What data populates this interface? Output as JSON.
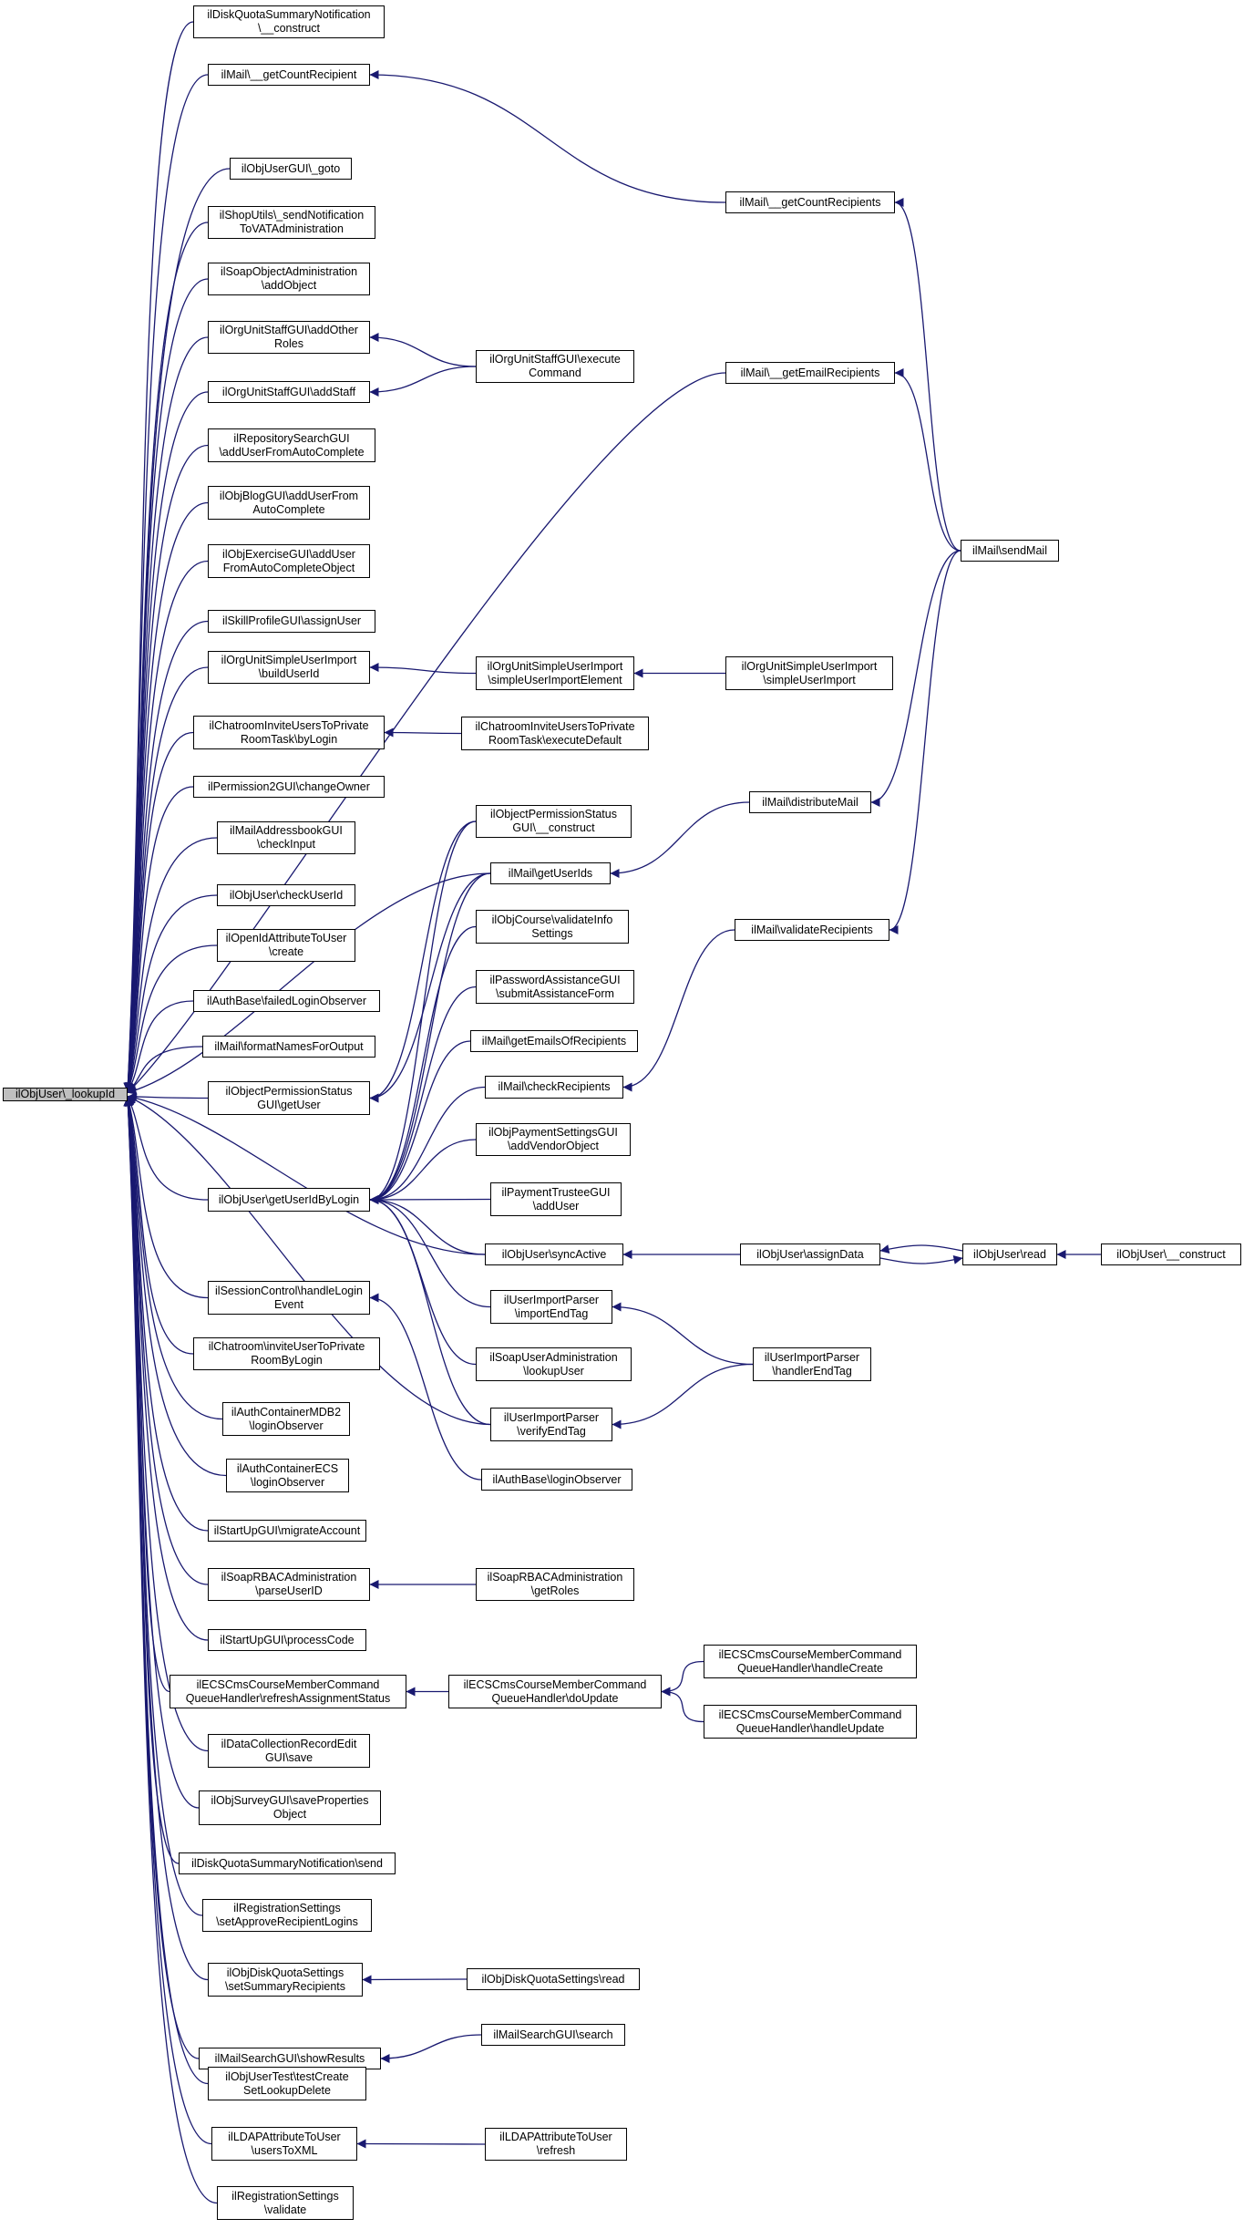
{
  "graph": {
    "edge_color": "#191970",
    "root_fill": "#bfbfbf",
    "root": {
      "id": "root",
      "label": "ilObjUser\\_lookupId"
    },
    "nodes": [
      {
        "id": "n1",
        "label": "ilDiskQuotaSummaryNotification\n\\__construct"
      },
      {
        "id": "n2",
        "label": "ilMail\\__getCountRecipient"
      },
      {
        "id": "n3",
        "label": "ilObjUserGUI\\_goto"
      },
      {
        "id": "n4",
        "label": "ilShopUtils\\_sendNotification\nToVATAdministration"
      },
      {
        "id": "n5",
        "label": "ilSoapObjectAdministration\n\\addObject"
      },
      {
        "id": "n6",
        "label": "ilOrgUnitStaffGUI\\addOther\nRoles"
      },
      {
        "id": "n7",
        "label": "ilOrgUnitStaffGUI\\addStaff"
      },
      {
        "id": "n8",
        "label": "ilRepositorySearchGUI\n\\addUserFromAutoComplete"
      },
      {
        "id": "n9",
        "label": "ilObjBlogGUI\\addUserFrom\nAutoComplete"
      },
      {
        "id": "n10",
        "label": "ilObjExerciseGUI\\addUser\nFromAutoCompleteObject"
      },
      {
        "id": "n11",
        "label": "ilSkillProfileGUI\\assignUser"
      },
      {
        "id": "n12",
        "label": "ilOrgUnitSimpleUserImport\n\\buildUserId"
      },
      {
        "id": "n13",
        "label": "ilChatroomInviteUsersToPrivate\nRoomTask\\byLogin"
      },
      {
        "id": "n14",
        "label": "ilPermission2GUI\\changeOwner"
      },
      {
        "id": "n15",
        "label": "ilMailAddressbookGUI\n\\checkInput"
      },
      {
        "id": "n16",
        "label": "ilObjUser\\checkUserId"
      },
      {
        "id": "n17",
        "label": "ilOpenIdAttributeToUser\n\\create"
      },
      {
        "id": "n18",
        "label": "ilAuthBase\\failedLoginObserver"
      },
      {
        "id": "n19",
        "label": "ilMail\\formatNamesForOutput"
      },
      {
        "id": "n20",
        "label": "ilObjectPermissionStatus\nGUI\\getUser"
      },
      {
        "id": "n21",
        "label": "ilObjUser\\getUserIdByLogin"
      },
      {
        "id": "n22",
        "label": "ilSessionControl\\handleLogin\nEvent"
      },
      {
        "id": "n23",
        "label": "ilChatroom\\inviteUserToPrivate\nRoomByLogin"
      },
      {
        "id": "n24",
        "label": "ilAuthContainerMDB2\n\\loginObserver"
      },
      {
        "id": "n25",
        "label": "ilAuthContainerECS\n\\loginObserver"
      },
      {
        "id": "n26",
        "label": "ilStartUpGUI\\migrateAccount"
      },
      {
        "id": "n27",
        "label": "ilSoapRBACAdministration\n\\parseUserID"
      },
      {
        "id": "n28",
        "label": "ilStartUpGUI\\processCode"
      },
      {
        "id": "n29",
        "label": "ilECSCmsCourseMemberCommand\nQueueHandler\\refreshAssignmentStatus"
      },
      {
        "id": "n30",
        "label": "ilDataCollectionRecordEdit\nGUI\\save"
      },
      {
        "id": "n31",
        "label": "ilObjSurveyGUI\\saveProperties\nObject"
      },
      {
        "id": "n32",
        "label": "ilDiskQuotaSummaryNotification\\send"
      },
      {
        "id": "n33",
        "label": "ilRegistrationSettings\n\\setApproveRecipientLogins"
      },
      {
        "id": "n34",
        "label": "ilObjDiskQuotaSettings\n\\setSummaryRecipients"
      },
      {
        "id": "n35",
        "label": "ilMailSearchGUI\\showResults"
      },
      {
        "id": "n36",
        "label": "ilObjUserTest\\testCreate\nSetLookupDelete"
      },
      {
        "id": "n37",
        "label": "ilLDAPAttributeToUser\n\\usersToXML"
      },
      {
        "id": "n38",
        "label": "ilRegistrationSettings\n\\validate"
      },
      {
        "id": "m1",
        "label": "ilOrgUnitStaffGUI\\execute\nCommand"
      },
      {
        "id": "m2",
        "label": "ilOrgUnitSimpleUserImport\n\\simpleUserImportElement"
      },
      {
        "id": "m3",
        "label": "ilChatroomInviteUsersToPrivate\nRoomTask\\executeDefault"
      },
      {
        "id": "m4",
        "label": "ilObjectPermissionStatus\nGUI\\__construct"
      },
      {
        "id": "m5",
        "label": "ilMail\\getUserIds"
      },
      {
        "id": "m6",
        "label": "ilObjCourse\\validateInfo\nSettings"
      },
      {
        "id": "m7",
        "label": "ilPasswordAssistanceGUI\n\\submitAssistanceForm"
      },
      {
        "id": "m8",
        "label": "ilMail\\getEmailsOfRecipients"
      },
      {
        "id": "m9",
        "label": "ilMail\\checkRecipients"
      },
      {
        "id": "m10",
        "label": "ilObjPaymentSettingsGUI\n\\addVendorObject"
      },
      {
        "id": "m11",
        "label": "ilPaymentTrusteeGUI\n\\addUser"
      },
      {
        "id": "m12",
        "label": "ilObjUser\\syncActive"
      },
      {
        "id": "m13",
        "label": "ilUserImportParser\n\\importEndTag"
      },
      {
        "id": "m14",
        "label": "ilSoapUserAdministration\n\\lookupUser"
      },
      {
        "id": "m15",
        "label": "ilUserImportParser\n\\verifyEndTag"
      },
      {
        "id": "m16",
        "label": "ilAuthBase\\loginObserver"
      },
      {
        "id": "m17",
        "label": "ilSoapRBACAdministration\n\\getRoles"
      },
      {
        "id": "m18",
        "label": "ilECSCmsCourseMemberCommand\nQueueHandler\\doUpdate"
      },
      {
        "id": "m19",
        "label": "ilObjDiskQuotaSettings\\read"
      },
      {
        "id": "m20",
        "label": "ilMailSearchGUI\\search"
      },
      {
        "id": "m21",
        "label": "ilLDAPAttributeToUser\n\\refresh"
      },
      {
        "id": "r1",
        "label": "ilMail\\__getCountRecipients"
      },
      {
        "id": "r2",
        "label": "ilMail\\__getEmailRecipients"
      },
      {
        "id": "r3",
        "label": "ilOrgUnitSimpleUserImport\n\\simpleUserImport"
      },
      {
        "id": "r4",
        "label": "ilMail\\distributeMail"
      },
      {
        "id": "r5",
        "label": "ilMail\\validateRecipients"
      },
      {
        "id": "r6",
        "label": "ilObjUser\\assignData"
      },
      {
        "id": "r7",
        "label": "ilUserImportParser\n\\handlerEndTag"
      },
      {
        "id": "r8",
        "label": "ilECSCmsCourseMemberCommand\nQueueHandler\\handleCreate"
      },
      {
        "id": "r9",
        "label": "ilECSCmsCourseMemberCommand\nQueueHandler\\handleUpdate"
      },
      {
        "id": "s1",
        "label": "ilMail\\sendMail"
      },
      {
        "id": "s2",
        "label": "ilObjUser\\read"
      },
      {
        "id": "s3",
        "label": "ilObjUser\\__construct"
      }
    ],
    "edges": [
      [
        "n1",
        "root"
      ],
      [
        "n2",
        "root"
      ],
      [
        "n3",
        "root"
      ],
      [
        "n4",
        "root"
      ],
      [
        "n5",
        "root"
      ],
      [
        "n6",
        "root"
      ],
      [
        "n7",
        "root"
      ],
      [
        "n8",
        "root"
      ],
      [
        "n9",
        "root"
      ],
      [
        "n10",
        "root"
      ],
      [
        "n11",
        "root"
      ],
      [
        "n12",
        "root"
      ],
      [
        "n13",
        "root"
      ],
      [
        "n14",
        "root"
      ],
      [
        "n15",
        "root"
      ],
      [
        "n16",
        "root"
      ],
      [
        "n17",
        "root"
      ],
      [
        "n18",
        "root"
      ],
      [
        "n19",
        "root"
      ],
      [
        "n20",
        "root"
      ],
      [
        "n21",
        "root"
      ],
      [
        "n22",
        "root"
      ],
      [
        "n23",
        "root"
      ],
      [
        "n24",
        "root"
      ],
      [
        "n25",
        "root"
      ],
      [
        "n26",
        "root"
      ],
      [
        "n27",
        "root"
      ],
      [
        "n28",
        "root"
      ],
      [
        "n29",
        "root"
      ],
      [
        "n30",
        "root"
      ],
      [
        "n31",
        "root"
      ],
      [
        "n32",
        "root"
      ],
      [
        "n33",
        "root"
      ],
      [
        "n34",
        "root"
      ],
      [
        "n35",
        "root"
      ],
      [
        "n36",
        "root"
      ],
      [
        "n37",
        "root"
      ],
      [
        "n38",
        "root"
      ],
      [
        "r2",
        "root"
      ],
      [
        "m5",
        "root"
      ],
      [
        "m12",
        "root"
      ],
      [
        "m15",
        "root"
      ],
      [
        "r1",
        "n2"
      ],
      [
        "m1",
        "n6"
      ],
      [
        "m1",
        "n7"
      ],
      [
        "m2",
        "n12"
      ],
      [
        "r3",
        "m2"
      ],
      [
        "m3",
        "n13"
      ],
      [
        "m4",
        "n20"
      ],
      [
        "m5",
        "n20"
      ],
      [
        "m16",
        "n22"
      ],
      [
        "m17",
        "n27"
      ],
      [
        "m18",
        "n29"
      ],
      [
        "r8",
        "m18"
      ],
      [
        "r9",
        "m18"
      ],
      [
        "m19",
        "n34"
      ],
      [
        "m20",
        "n35"
      ],
      [
        "m21",
        "n37"
      ],
      [
        "m4",
        "n21"
      ],
      [
        "m5",
        "n21"
      ],
      [
        "m6",
        "n21"
      ],
      [
        "m7",
        "n21"
      ],
      [
        "m8",
        "n21"
      ],
      [
        "m9",
        "n21"
      ],
      [
        "m10",
        "n21"
      ],
      [
        "m11",
        "n21"
      ],
      [
        "m12",
        "n21"
      ],
      [
        "m13",
        "n21"
      ],
      [
        "m14",
        "n21"
      ],
      [
        "m15",
        "n21"
      ],
      [
        "r4",
        "m5"
      ],
      [
        "r5",
        "m9"
      ],
      [
        "r7",
        "m13"
      ],
      [
        "r7",
        "m15"
      ],
      [
        "r6",
        "m12"
      ],
      [
        "s2",
        "r6"
      ],
      [
        "r6",
        "s2"
      ],
      [
        "s3",
        "s2"
      ],
      [
        "s1",
        "r1"
      ],
      [
        "s1",
        "r2"
      ],
      [
        "s1",
        "r4"
      ],
      [
        "s1",
        "r5"
      ]
    ]
  }
}
